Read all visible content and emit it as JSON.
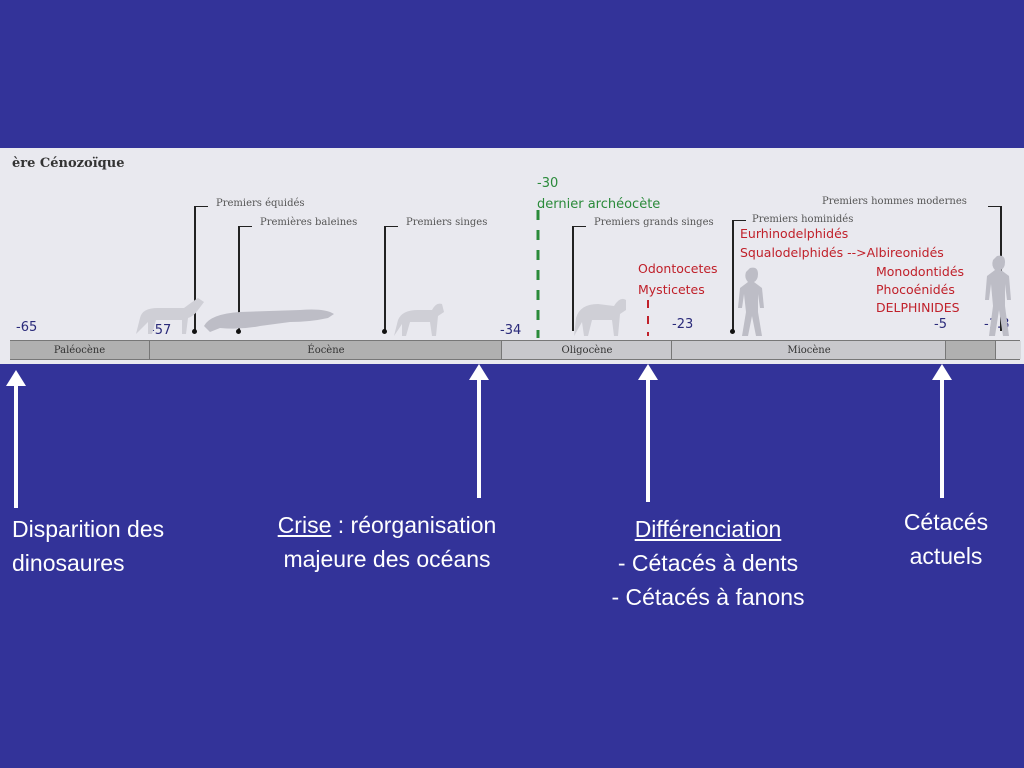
{
  "timeline": {
    "era_title": "ère Cénozoïque",
    "events": {
      "equides": "Premiers équidés",
      "baleines": "Premières baleines",
      "singes": "Premiers singes",
      "grands_singes": "Premiers grands singes",
      "hominides": "Premiers hominidés",
      "hommes_modernes": "Premiers hommes modernes"
    },
    "dates": {
      "d65": "-65",
      "d57": "-57",
      "d34": "-34",
      "d30": "-30",
      "d23": "-23",
      "d5": "-5",
      "d18": "-1.8"
    },
    "archeocete_label": "dernier archéocète",
    "red_labels": {
      "odontocetes": "Odontocetes",
      "mysticetes": "Mysticetes",
      "eurhino": "Eurhinodelphidés",
      "squalo": "Squalodelphidés -->Albireonidés",
      "monodontides": "Monodontidés",
      "phocoenides": "Phocoénidés",
      "delphinides": "DELPHINIDES"
    },
    "periods": {
      "paleocene": "Paléocène",
      "eocene": "Éocène",
      "oligocene": "Oligocène",
      "miocene": "Miocène"
    }
  },
  "captions": {
    "dinosaures": "Disparition des dinosaures",
    "crise_word": "Crise",
    "crise_rest": " : réorganisation majeure des océans",
    "diff_title": "Différenciation",
    "diff_line1": "- Cétacés à dents",
    "diff_line2": "- Cétacés à fanons",
    "actuels": "Cétacés actuels"
  }
}
